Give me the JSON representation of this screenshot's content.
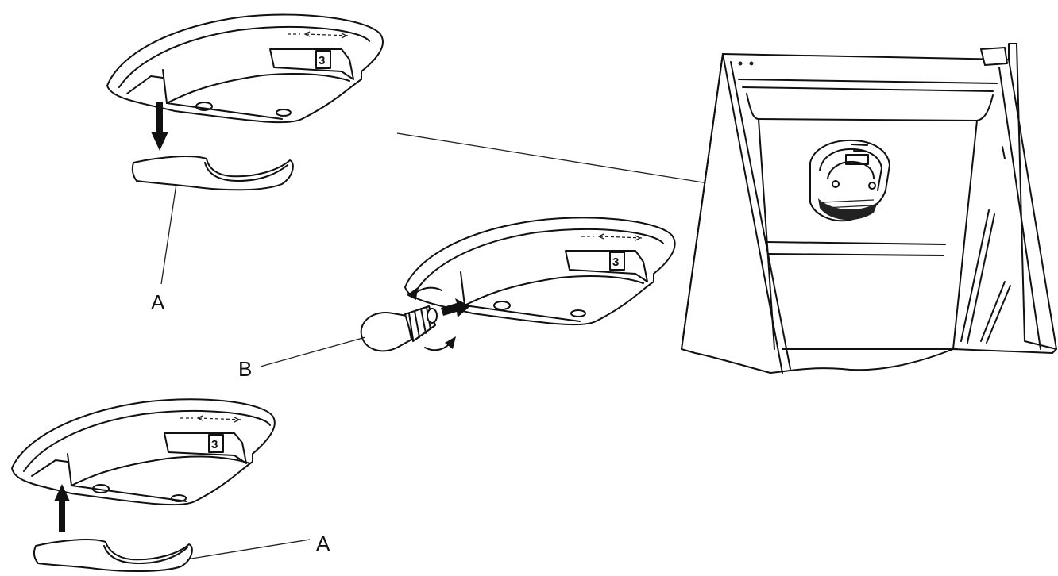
{
  "diagram": {
    "labels": {
      "cover_top": "A",
      "bulb": "B",
      "cover_bottom": "A"
    },
    "housing_number": "3",
    "colors": {
      "line": "#111111",
      "background": "#ffffff"
    },
    "icons": [
      "down-arrow-icon",
      "up-arrow-icon",
      "rotate-arrow-icon",
      "push-arrow-icon"
    ]
  }
}
